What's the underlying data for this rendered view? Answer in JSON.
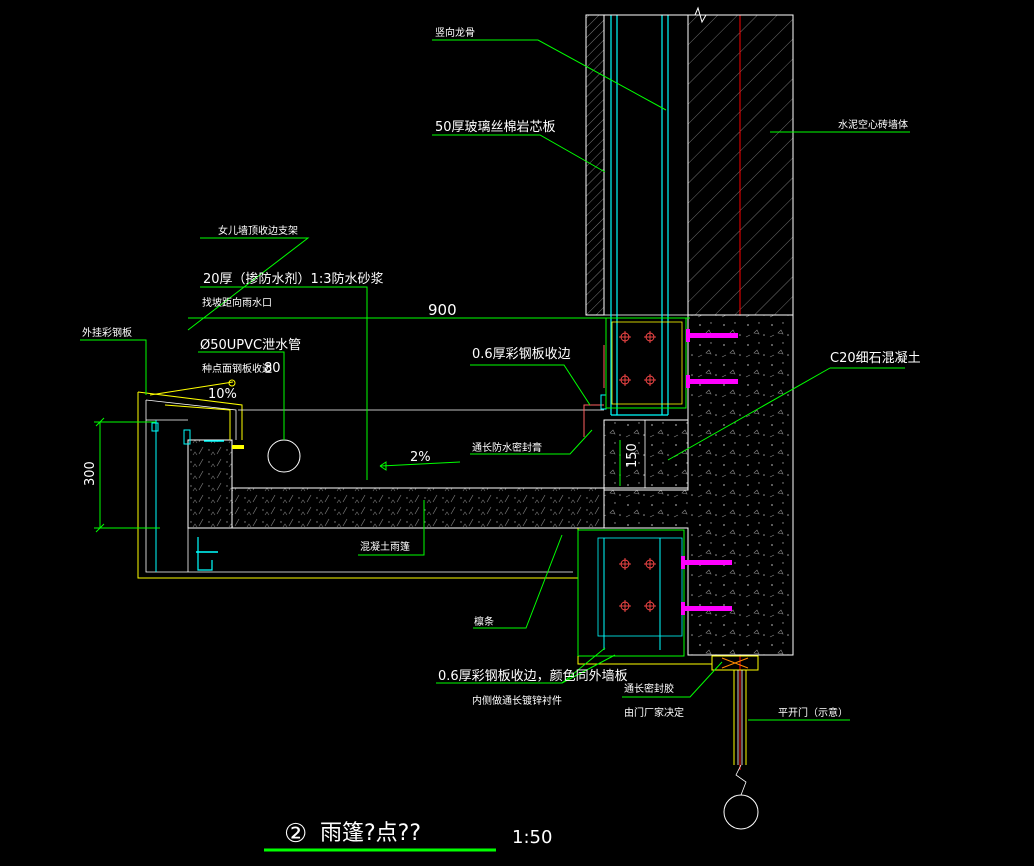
{
  "labels": {
    "vertical_keel": "竖向龙骨",
    "insulation_board": "50厚玻璃丝棉岩芯板",
    "masonry_wall": "水泥空心砖墙体",
    "parapet_bracket": "女儿墙顶收边支架",
    "mortar_layer": "20厚（掺防水剂）1:3防水砂浆",
    "outlet_note": "找坡距向雨水口",
    "outer_panel": "外挂彩钢板",
    "pipe": "Ø50UPVC泄水管",
    "pipe_note": "种点面钢板收边",
    "slope_outer": "10%",
    "slope_inner": "2%",
    "steel_trim_top": "0.6厚彩钢板收边",
    "sealant": "通长防水密封膏",
    "concrete_grade": "C20细石混凝土",
    "slab": "混凝土雨篷",
    "purlin": "檩条",
    "steel_trim_bottom": "0.6厚彩钢板收边，颜色同外墙板",
    "steel_trim_bottom_note": "内侧做通长镀锌衬件",
    "seal_strip": "通长密封胶",
    "door_supplier": "由门厂家决定",
    "door": "平开门（示意）"
  },
  "dimensions": {
    "width": "900",
    "pipe_offset": "80",
    "height": "300",
    "gap": "150"
  },
  "title": {
    "number": "②",
    "text": "雨篷?点??",
    "scale": "1:50"
  },
  "colors": {
    "background": "#000000",
    "text": "#ffffff",
    "leader": "#00ff00",
    "outline": "#ffffff",
    "hatch": "#808080",
    "steel": "#00ffff",
    "trim": "#ffff00",
    "bolt": "#ff00ff",
    "rebar": "#ff0000"
  }
}
